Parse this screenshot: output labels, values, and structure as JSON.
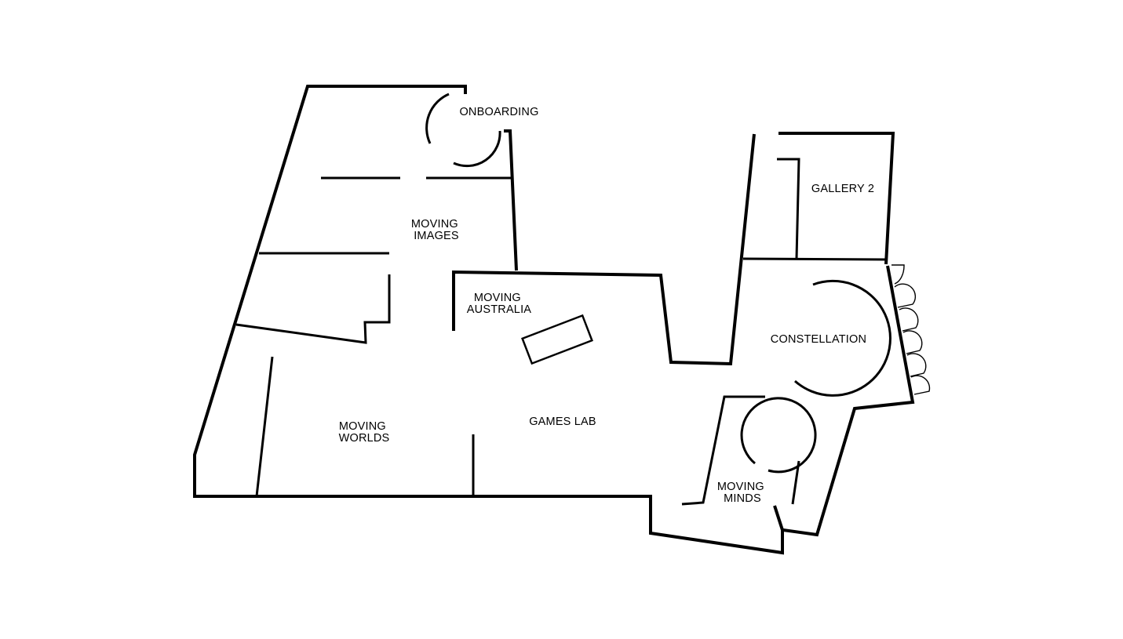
{
  "map": {
    "rooms": [
      {
        "id": "onboarding",
        "lines": [
          "ONBOARDING"
        ]
      },
      {
        "id": "moving-images",
        "lines": [
          "MOVING",
          "IMAGES"
        ]
      },
      {
        "id": "moving-australia",
        "lines": [
          "MOVING",
          "AUSTRALIA"
        ]
      },
      {
        "id": "moving-worlds",
        "lines": [
          "MOVING",
          "WORLDS"
        ]
      },
      {
        "id": "games-lab",
        "lines": [
          "GAMES LAB"
        ]
      },
      {
        "id": "gallery-2",
        "lines": [
          "GALLERY 2"
        ]
      },
      {
        "id": "constellation",
        "lines": [
          "CONSTELLATION"
        ]
      },
      {
        "id": "moving-minds",
        "lines": [
          "MOVING",
          "MINDS"
        ]
      }
    ],
    "colors": {
      "background": "#ffffff",
      "walls": "#000000"
    }
  }
}
